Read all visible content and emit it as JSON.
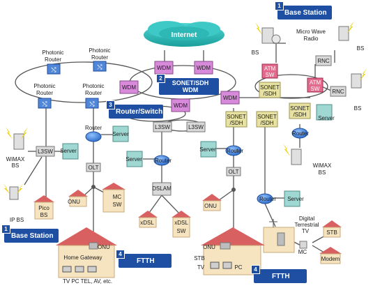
{
  "callouts": {
    "base_station_top": {
      "num": "1",
      "text": "Base Station"
    },
    "sonet_sdh_wdm": {
      "num": "2",
      "text": "SONET/SDH WDM"
    },
    "router_switch": {
      "num": "3",
      "text": "Router/Switch"
    },
    "base_station_bottom": {
      "num": "1",
      "text": "Base Station"
    },
    "ftth_left": {
      "num": "4",
      "text": "FTTH"
    },
    "ftth_right": {
      "num": "4",
      "text": "FTTH"
    }
  },
  "labels": {
    "internet": "Internet",
    "photonic_router": "Photonic Router",
    "photonic_line1": "Photonic",
    "photonic_line2": "Router",
    "wdm": "WDM",
    "sonet_line1": "SONET",
    "sonet_line2": "/SDH",
    "router": "Router",
    "server": "Server",
    "l3sw": "L3SW",
    "olt": "OLT",
    "onu": "ONU",
    "mc": "MC",
    "sw": "SW",
    "dslam": "DSLAM",
    "xdsl": "xDSL",
    "wimax": "WiMAX",
    "bs": "BS",
    "ip_bs": "IP BS",
    "pico": "Pico",
    "atm": "ATM",
    "rnc": "RNC",
    "microwave_line1": "Micro Wave",
    "microwave_line2": "Radio",
    "digital_line1": "Digital",
    "digital_line2": "Terrestrial",
    "tv": "TV",
    "stb": "STB",
    "modem": "Modem",
    "home_gateway": "Home Gateway",
    "pc": "PC",
    "tv_pc_tel": "TV   PC   TEL, AV, etc."
  },
  "colors": {
    "callout": "#1e4fa3",
    "wdm": "#d78ad9",
    "sonet": "#e8e2a2",
    "photonic": "#4f86d8",
    "router": "#3d7fe0",
    "server": "#9fd7d2",
    "olt": "#d8d8d8",
    "cloud": "#24b5b2",
    "house_roof": "#d96060",
    "house_wall": "#f6e4c0",
    "lightning": "#f0d000"
  }
}
